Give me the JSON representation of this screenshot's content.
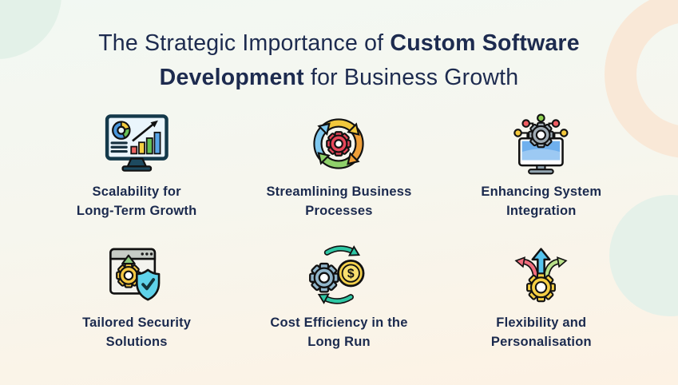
{
  "title": {
    "line1_normal": "The Strategic Importance of ",
    "line1_bold": "Custom Software",
    "line2_bold": "Development",
    "line2_normal": " for Business Growth"
  },
  "items": [
    {
      "icon": "analytics-monitor-icon",
      "line1": "Scalability for",
      "line2": "Long-Term Growth"
    },
    {
      "icon": "process-cycle-icon",
      "line1": "Streamlining Business",
      "line2": "Processes"
    },
    {
      "icon": "system-integration-icon",
      "line1": "Enhancing System",
      "line2": "Integration"
    },
    {
      "icon": "secure-browser-icon",
      "line1": "Tailored Security",
      "line2": "Solutions"
    },
    {
      "icon": "cost-efficiency-icon",
      "line1": "Cost Efficiency in the",
      "line2": "Long Run"
    },
    {
      "icon": "flexible-gear-icon",
      "line1": "Flexibility and",
      "line2": "Personalisation"
    }
  ],
  "colors": {
    "title_text": "#1d2b4f",
    "label_text": "#1b2a4e",
    "background_top": "#f2f8f3",
    "background_bottom": "#fdf2e4",
    "mint_blob": "#e3f1e8",
    "peach_ring": "#f9e8d7"
  }
}
